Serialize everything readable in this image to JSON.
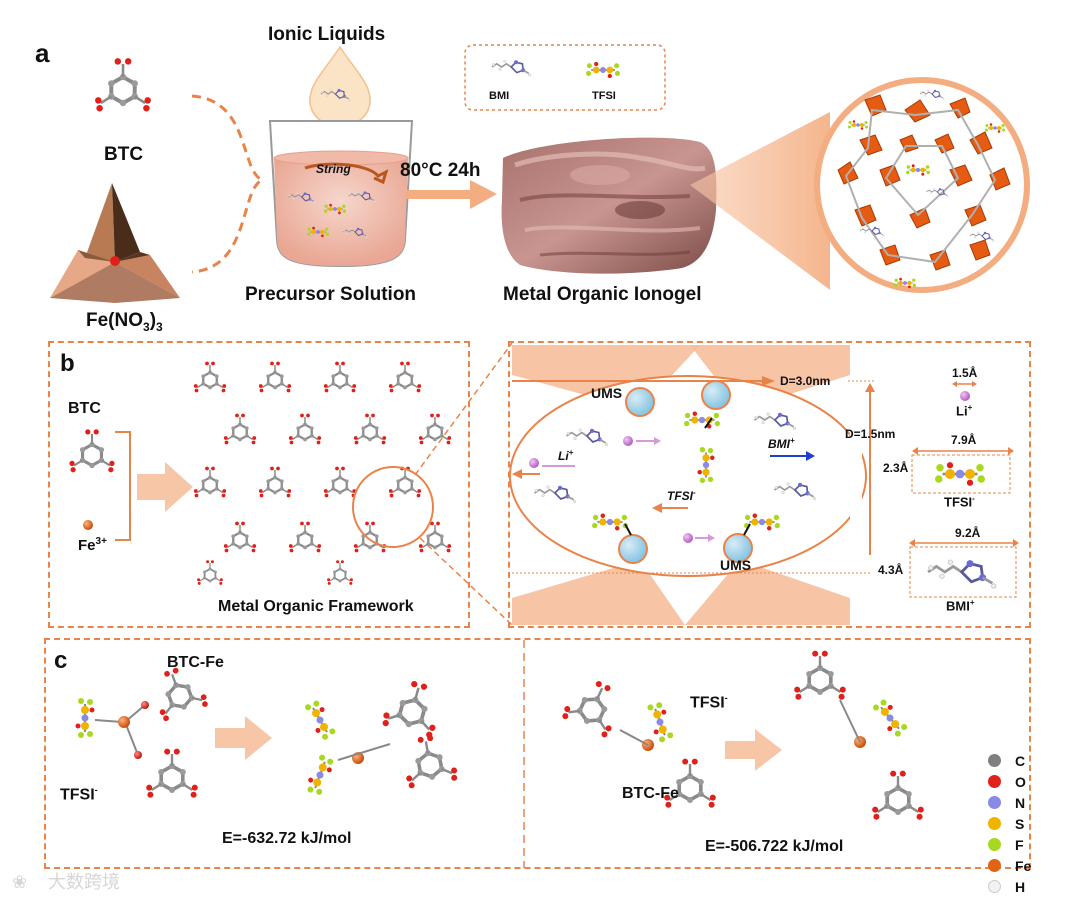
{
  "panel_a": {
    "letter": "a",
    "btc_label": "BTC",
    "fe_label": "Fe(NO",
    "fe_sub": "3",
    "fe_close": ")",
    "fe_sub2": "3",
    "ionic_liquids": "Ionic Liquids",
    "stirring": "String",
    "precursor": "Precursor Solution",
    "condition": "80°C 24h",
    "ionogel": "Metal Organic Ionogel",
    "bmi": "BMI",
    "tfsi": "TFSI"
  },
  "panel_b": {
    "letter": "b",
    "btc_label": "BTC",
    "fe_label": "Fe",
    "fe_sup": "3+",
    "mof_label": "Metal Organic Framework",
    "ums_top": "UMS",
    "ums_bottom": "UMS",
    "d_outer": "D=3.0nm",
    "d_inner": "D=1.5nm",
    "li": "Li",
    "li_sup": "+",
    "bmi_ion": "BMI",
    "bmi_sup": "+",
    "tfsi_ion": "TFSI",
    "tfsi_sup": "-",
    "li_size": "1.5Å",
    "li_key": "Li",
    "tfsi_w": "7.9Å",
    "tfsi_h": "2.3Å",
    "tfsi_key": "TFSI",
    "bmi_w": "9.2Å",
    "bmi_h": "4.3Å",
    "bmi_key": "BMI"
  },
  "panel_c": {
    "letter": "c",
    "btcfe_1": "BTC-Fe",
    "tfsi_1": "TFSI",
    "energy_1": "E=-632.72  kJ/mol",
    "tfsi_2": "TFSI",
    "btcfe_2": "BTC-Fe",
    "energy_2": "E=-506.722  kJ/mol",
    "legend": [
      {
        "symbol": "C",
        "color": "#7f7f7f"
      },
      {
        "symbol": "O",
        "color": "#e0201a"
      },
      {
        "symbol": "N",
        "color": "#8a8ae6"
      },
      {
        "symbol": "S",
        "color": "#f0b400"
      },
      {
        "symbol": "F",
        "color": "#a8d820"
      },
      {
        "symbol": "Fe",
        "color": "#e06414"
      },
      {
        "symbol": "H",
        "color": "#f2f2f2"
      }
    ]
  },
  "colors": {
    "accent": "#e8834a",
    "accent_fill": "#f4b894",
    "pore_fill": "#9fd3ea"
  },
  "watermark": "大数跨境"
}
